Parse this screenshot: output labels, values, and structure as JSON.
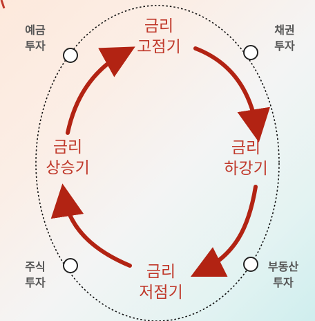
{
  "stages": {
    "top": "금리\n고점기",
    "right": "금리\n하강기",
    "bottom": "금리\n저점기",
    "left": "금리\n상승기"
  },
  "investments": {
    "top_left": "예금\n투자",
    "top_right": "채권\n투자",
    "bottom_left": "주식\n투자",
    "bottom_right": "부동산\n투자"
  },
  "colors": {
    "arrow": "#b22313",
    "stage_text": "#c0392b",
    "investment_text": "#555555",
    "ellipse": "#000000"
  }
}
